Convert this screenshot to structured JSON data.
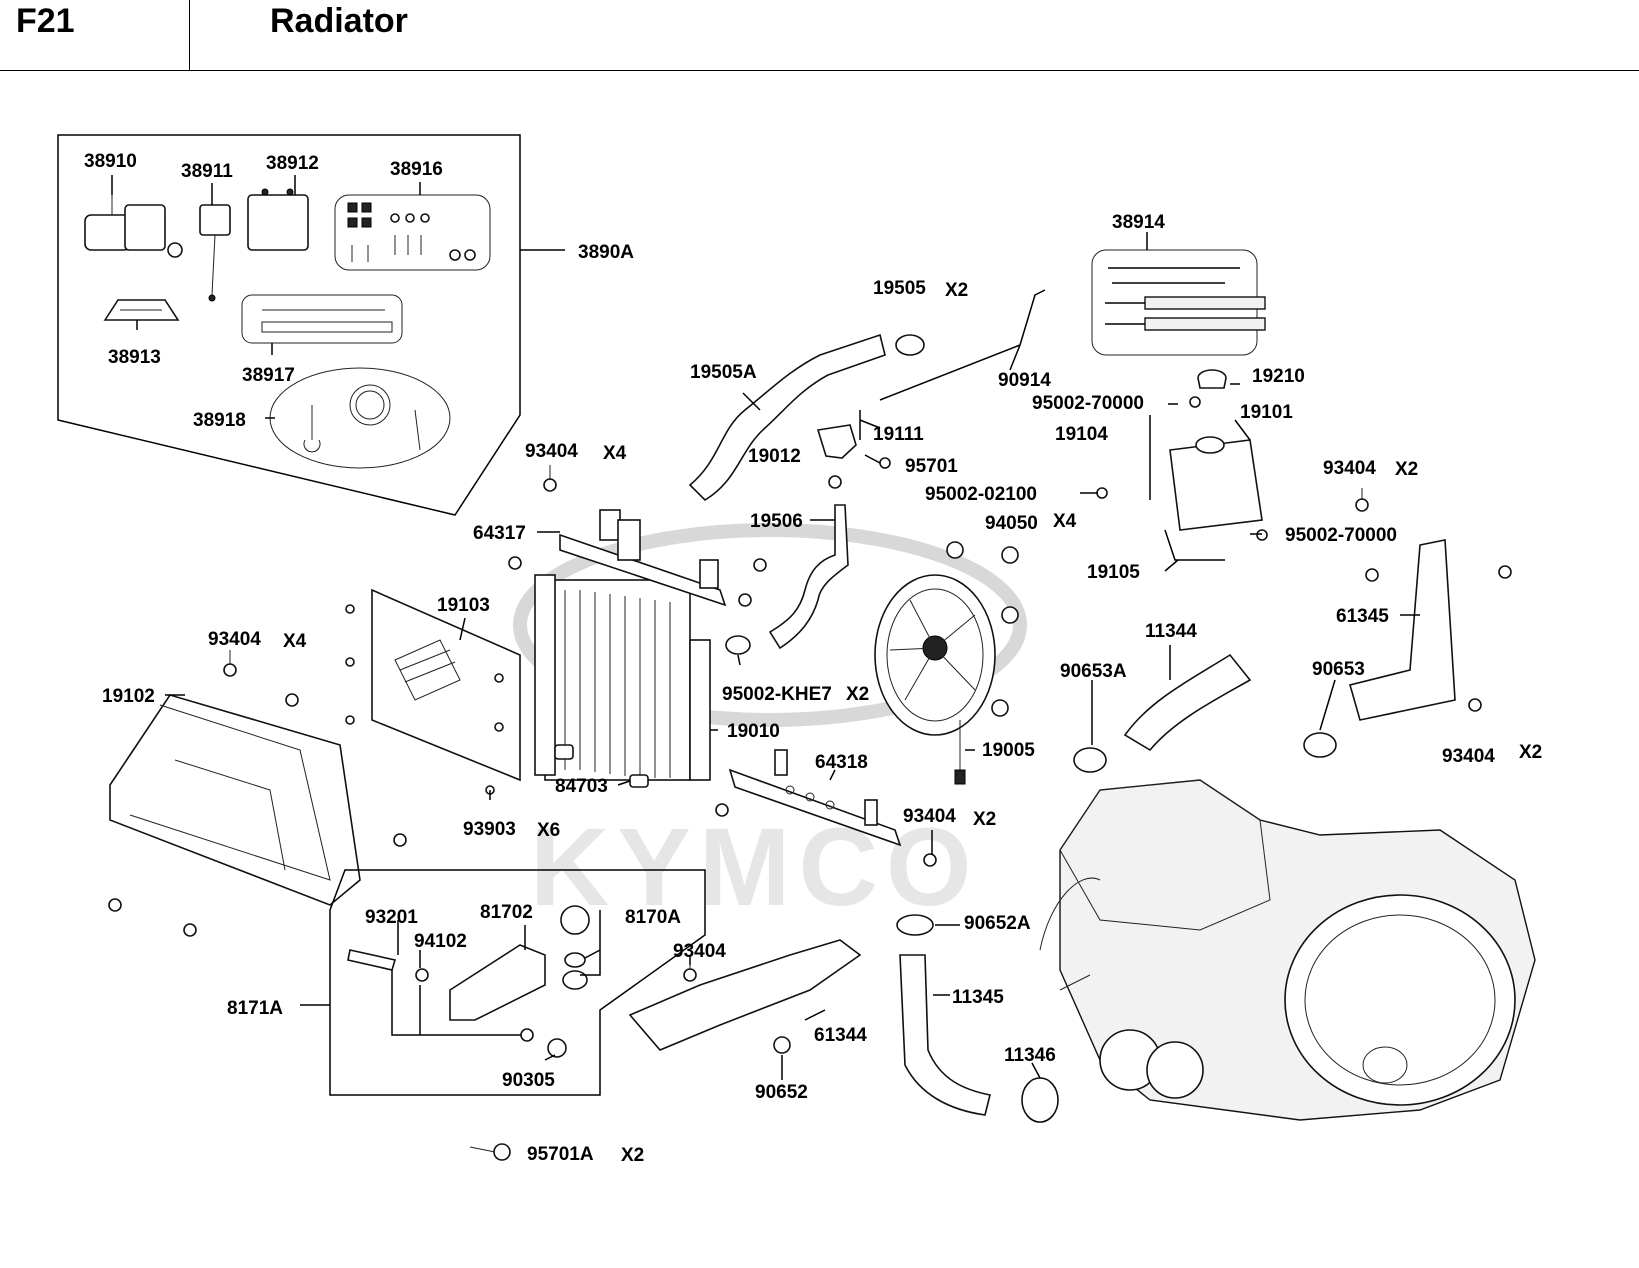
{
  "header": {
    "code": "F21",
    "title": "Radiator"
  },
  "watermark": "KYMCO",
  "labels": {
    "p38910": "38910",
    "p38911": "38911",
    "p38912": "38912",
    "p38916": "38916",
    "p3890A": "3890A",
    "p38913": "38913",
    "p38917": "38917",
    "p38918": "38918",
    "p38914": "38914",
    "p19505": "19505",
    "p19505_qty": "X2",
    "p19505A": "19505A",
    "p90914": "90914",
    "p19210": "19210",
    "p95002_70000a": "95002-70000",
    "p19111": "19111",
    "p19104": "19104",
    "p19101": "19101",
    "p19012": "19012",
    "p95701": "95701",
    "p93404a": "93404",
    "p93404a_qty": "X4",
    "p95002_02100": "95002-02100",
    "p93404b": "93404",
    "p93404b_qty": "X2",
    "p19506": "19506",
    "p94050": "94050",
    "p94050_qty": "X4",
    "p95002_70000b": "95002-70000",
    "p64317": "64317",
    "p19105": "19105",
    "p19103": "19103",
    "p11344": "11344",
    "p61345": "61345",
    "p93404c": "93404",
    "p93404c_qty": "X4",
    "p90653A": "90653A",
    "p90653": "90653",
    "p19102": "19102",
    "p95002_KHE7": "95002-KHE7",
    "p95002_KHE7_qty": "X2",
    "p19010": "19010",
    "p19005": "19005",
    "p93404d": "93404",
    "p93404d_qty": "X2",
    "p64318": "64318",
    "p84703": "84703",
    "p93903": "93903",
    "p93903_qty": "X6",
    "p93404e": "93404",
    "p93404e_qty": "X2",
    "p93201": "93201",
    "p81702": "81702",
    "p8170A": "8170A",
    "p94102": "94102",
    "p90652A": "90652A",
    "p93404f": "93404",
    "p8171A": "8171A",
    "p11345": "11345",
    "p61344": "61344",
    "p11346": "11346",
    "p90305": "90305",
    "p90652": "90652",
    "p95701A": "95701A",
    "p95701A_qty": "X2"
  }
}
